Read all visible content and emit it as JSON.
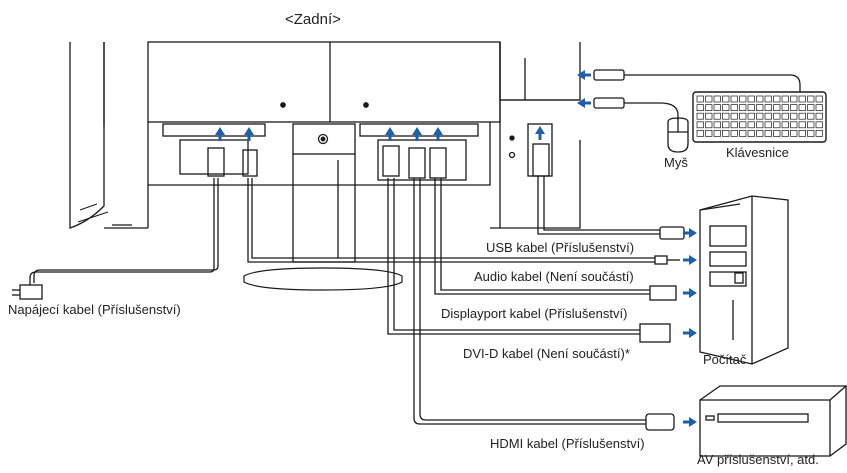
{
  "title": "<Zadní>",
  "peripherals": {
    "mouse": "Myš",
    "keyboard": "Klávesnice"
  },
  "cables": {
    "usb": "USB kabel (Příslušenství)",
    "audio": "Audio kabel (Není součástí)",
    "power": "Napájecí kabel (Příslušenství)",
    "displayport": "Displayport kabel (Příslušenství)",
    "dvi": "DVI-D kabel (Není součástí)*",
    "hdmi": "HDMI kabel (Příslušenství)"
  },
  "devices": {
    "computer": "Počítač",
    "av": "AV příslušenství, atd."
  },
  "colors": {
    "line": "#1a1a1a",
    "arrow": "#1f5fa8"
  }
}
